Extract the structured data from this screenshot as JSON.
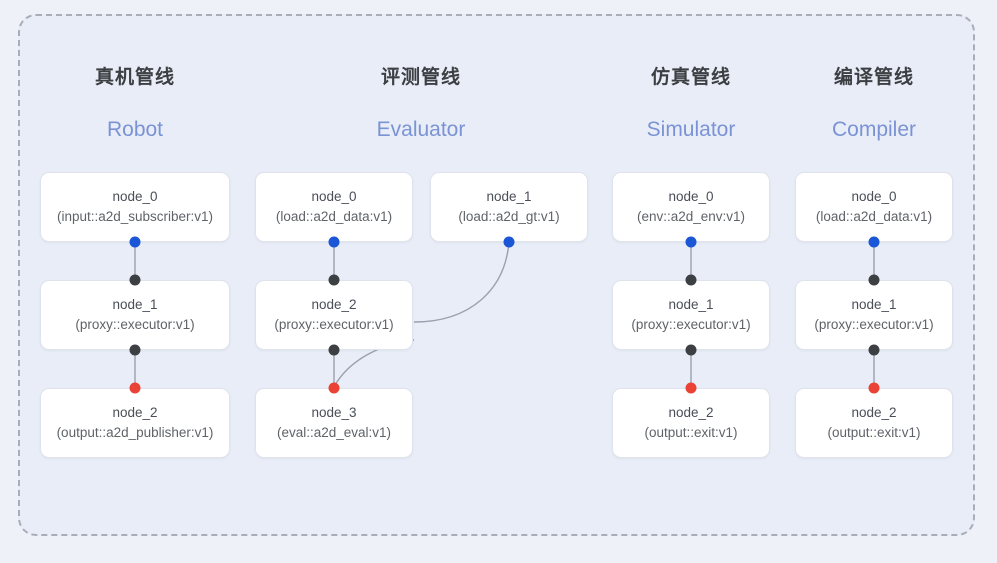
{
  "diagram": {
    "type": "pipeline-graph",
    "container_style": "dashed-rounded-panel",
    "background_color": "#eef1f8",
    "panel_color": "#e8edf8",
    "panel_border_color": "#a9adb8",
    "port_colors": {
      "input": "#1a56d6",
      "intermediate": "#3c4043",
      "output": "#ea4335"
    },
    "edge_color": "#9aa0ad"
  },
  "columns": [
    {
      "id": "robot",
      "title_cn": "真机管线",
      "title_en": "Robot",
      "nodes": [
        {
          "name": "node_0",
          "type": "(input::a2d_subscriber:v1)"
        },
        {
          "name": "node_1",
          "type": "(proxy::executor:v1)"
        },
        {
          "name": "node_2",
          "type": "(output::a2d_publisher:v1)"
        }
      ]
    },
    {
      "id": "evaluator",
      "title_cn": "评测管线",
      "title_en": "Evaluator",
      "nodes": [
        {
          "name": "node_0",
          "type": "(load::a2d_data:v1)"
        },
        {
          "name": "node_1",
          "type": "(load::a2d_gt:v1)"
        },
        {
          "name": "node_2",
          "type": "(proxy::executor:v1)"
        },
        {
          "name": "node_3",
          "type": "(eval::a2d_eval:v1)"
        }
      ]
    },
    {
      "id": "simulator",
      "title_cn": "仿真管线",
      "title_en": "Simulator",
      "nodes": [
        {
          "name": "node_0",
          "type": "(env::a2d_env:v1)"
        },
        {
          "name": "node_1",
          "type": "(proxy::executor:v1)"
        },
        {
          "name": "node_2",
          "type": "(output::exit:v1)"
        }
      ]
    },
    {
      "id": "compiler",
      "title_cn": "编译管线",
      "title_en": "Compiler",
      "nodes": [
        {
          "name": "node_0",
          "type": "(load::a2d_data:v1)"
        },
        {
          "name": "node_1",
          "type": "(proxy::executor:v1)"
        },
        {
          "name": "node_2",
          "type": "(output::exit:v1)"
        }
      ]
    }
  ]
}
